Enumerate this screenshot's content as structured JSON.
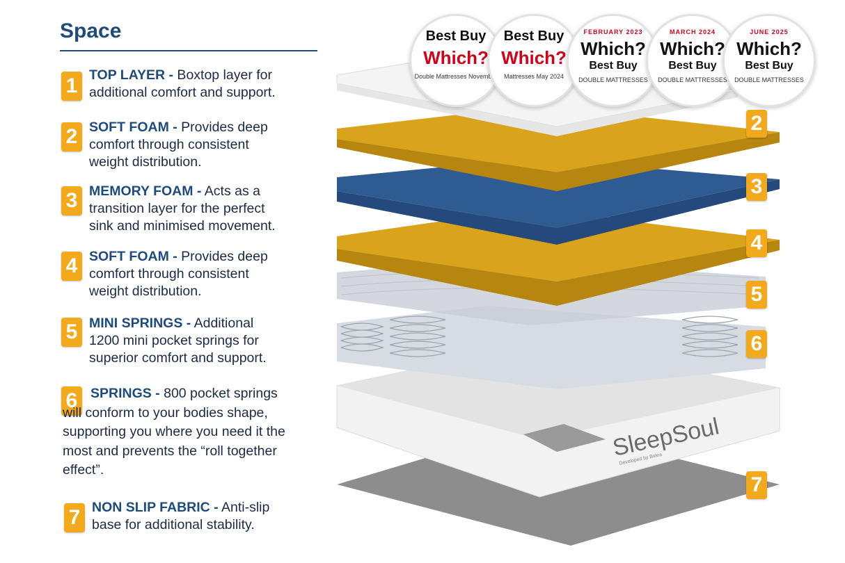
{
  "title": "Space",
  "features": [
    {
      "num": "1",
      "heading": "TOP LAYER -",
      "text": " Boxtop layer for additional comfort and support."
    },
    {
      "num": "2",
      "heading": "SOFT FOAM -",
      "text": " Provides deep comfort through consistent weight distribution."
    },
    {
      "num": "3",
      "heading": "MEMORY FOAM -",
      "text": " Acts as a transition layer for the perfect sink and minimised movement."
    },
    {
      "num": "4",
      "heading": "SOFT FOAM -",
      "text": " Provides deep comfort through consistent weight distribution."
    },
    {
      "num": "5",
      "heading": "MINI SPRINGS -",
      "text": " Additional 1200 mini pocket springs for superior comfort and support."
    },
    {
      "num": "6",
      "heading": "SPRINGS -",
      "text": " 800 pocket springs will conform to your bodies shape, supporting you where you need it the most and prevents the “roll together effect”."
    },
    {
      "num": "7",
      "heading": "NON SLIP FABRIC -",
      "text": " Anti-slip base for additional stability."
    }
  ],
  "layer_labels": [
    "2",
    "3",
    "4",
    "5",
    "6",
    "7"
  ],
  "brand": {
    "name": "SleepSoul",
    "tagline": "Developed by Birlea"
  },
  "awards": [
    {
      "top": "Best Buy",
      "mark": "Which?",
      "bottom": "Double Mattresses November"
    },
    {
      "top": "Best Buy",
      "mark": "Which?",
      "bottom": "Mattresses May 2024"
    },
    {
      "top": "FEBRUARY 2023",
      "mark": "Which?",
      "sub": "Best Buy",
      "bottom": "DOUBLE MATTRESSES"
    },
    {
      "top": "MARCH 2024",
      "mark": "Which?",
      "sub": "Best Buy",
      "bottom": "DOUBLE MATTRESSES"
    },
    {
      "top": "JUNE 2025",
      "mark": "Which?",
      "sub": "Best Buy",
      "bottom": "DOUBLE MATTRESSES"
    }
  ],
  "colors": {
    "accent": "#f2a91b",
    "navy": "#1f4a7c",
    "foam_yellow": "#d9a31b",
    "memory_blue": "#2f5b93",
    "base_grey": "#8d8d8d"
  }
}
